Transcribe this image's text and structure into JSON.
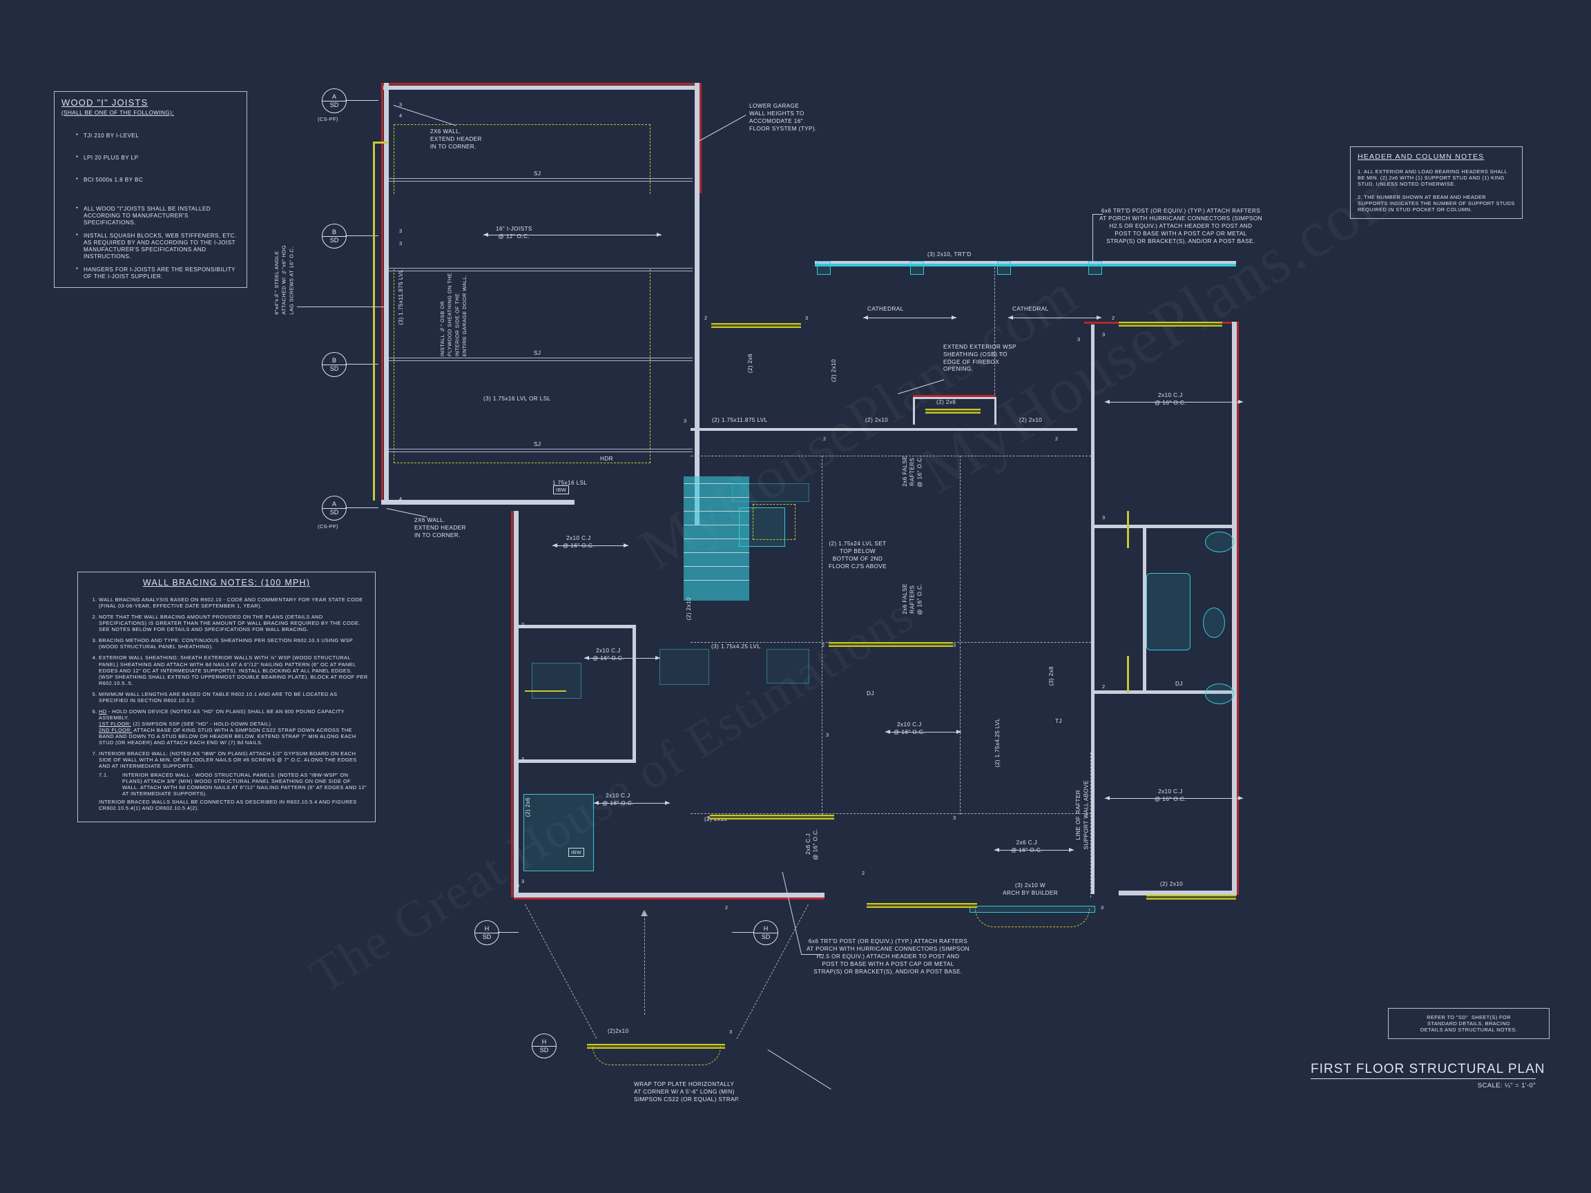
{
  "sheet": {
    "background_color": "#222b3f",
    "line_color": "#dfe3ee",
    "accent_red": "#b3262c",
    "accent_yellow": "#c9c832",
    "accent_cyan": "#35c8d8",
    "watermark": "MyHousePlans.com",
    "watermark2": "The Great House of Estimations"
  },
  "title_block": {
    "plan_title": "FIRST FLOOR STRUCTURAL PLAN",
    "scale": "SCALE: ¼\" = 1'-0\"",
    "refer_note": "REFER TO \"SD\"  SHEET(S) FOR\nSTANDARD DETAILS, BRACING\nDETAILS AND STRUCTURAL NOTES."
  },
  "wood_i_joists": {
    "title": "WOOD \"I\" JOISTS",
    "subtitle": "(SHALL BE ONE OF THE FOLLOWING):",
    "products": [
      "TJI 210 BY I-LEVEL",
      "LPI 20 PLUS BY LP",
      "BCI 5000s 1.8 BY BC"
    ],
    "bullets": [
      "ALL WOOD \"I\"JOISTS SHALL BE INSTALLED ACCORDING TO MANUFACTURER'S SPECIFICATIONS.",
      "INSTALL SQUASH BLOCKS, WEB STIFFENERS, ETC. AS REQUIRED BY AND ACCORDING TO THE I-JOIST MANUFACTURER'S SPECIFICATIONS AND INSTRUCTIONS.",
      "HANGERS FOR I-JOISTS ARE THE RESPONSIBILITY OF THE I-JOIST SUPPLIER."
    ]
  },
  "wall_bracing_notes": {
    "title": "WALL BRACING NOTES: (100 MPH)",
    "items": [
      "WALL BRACING ANALYSIS BASED ON R602.10 - CODE AND COMMENTARY FOR YEAR STATE CODE (FINAL 03-06-YEAR, EFFECTIVE DATE SEPTEMBER 1, YEAR).",
      "NOTE THAT THE WALL BRACING AMOUNT PROVIDED ON THE PLANS (DETAILS AND SPECIFICATIONS) IS GREATER THAN THE AMOUNT OF WALL BRACING REQUIRED BY THE CODE. SEE NOTES BELOW FOR DETAILS AND SPECIFICATIONS FOR WALL BRACING.",
      "BRACING METHOD AND TYPE: CONTINUOUS SHEATHING PER SECTION R602.10.3 USING WSP (WOOD STRUCTURAL PANEL SHEATHING).",
      "EXTERIOR WALL SHEATHING: SHEATH EXTERIOR WALLS WITH ⅞\" WSP (WOOD STRUCTURAL PANEL) SHEATHING AND ATTACH WITH 8d NAILS AT A 6\"/12\" NAILING PATTERN (6\" OC AT PANEL EDGES AND 12\" OC AT INTERMEDIATE SUPPORTS). INSTALL BLOCKING AT ALL PANEL EDGES. (WSP SHEATHING SHALL EXTEND TO UPPERMOST DOUBLE BEARING PLATE). BLOCK AT ROOF PER R602.10.5..5.",
      "MINIMUM WALL LENGTHS ARE BASED ON TABLE R602.10.1 AND ARE TO BE LOCATED AS SPECIFIED IN SECTION R602.10.3.2."
    ],
    "item6_lead": "HD",
    "item6_rest": " - HOLD DOWN DEVICE (NOTED AS \"HD\" ON PLANS) SHALL BE AN 800 POUND CAPACITY ASSEMBLY.",
    "item6_first_floor_lead": "1ST FLOOR:",
    "item6_first_floor": " (2) SIMPSON SSP (SEE \"HD\" - HOLD-DOWN DETAIL)",
    "item6_second_floor_lead": "2ND FLOOR:",
    "item6_second_floor": " ATTACH BASE OF KING STUD WITH A SIMPSON CS22 STRAP DOWN ACROSS THE BAND AND DOWN TO A STUD BELOW OR HEADER BELOW.  EXTEND STRAP 7\" MIN ALONG EACH STUD (OR HEADER) AND ATTACH EACH END W/ (7) 8d NAILS.",
    "item7": "INTERIOR BRACED WALL: (NOTED AS \"IBW\" ON PLANS) ATTACH 1/2\" GYPSUM BOARD ON EACH SIDE OF WALL WITH A MIN. OF 5d COOLER NAILS OR #6 SCREWS @ 7\" O.C. ALONG THE EDGES AND AT INTERMEDIATE SUPPORTS.",
    "item7_1_num": "7.1.",
    "item7_1": "INTERIOR BRACED WALL - WOOD STRUCTURAL PANELS: (NOTED AS \"IBW-WSP\" ON PLANS) ATTACH 3/8\" (MIN) WOOD STRUCTURAL PANEL SHEATHING ON ONE SIDE OF WALL. ATTACH WITH 6d COMMON NAILS AT 6\"/12\" NAILING PATTERN (6\" AT EDGES AND 12\" AT INTERMEDIATE SUPPORTS).",
    "item7_tail": "INTERIOR BRACED WALLS SHALL BE CONNECTED AS DESCRIBED IN R602.10.5.4 AND FIGURES CR602.10.5.4(1) AND CR602.10.5.4(2)."
  },
  "header_column_notes": {
    "title": "HEADER AND COLUMN NOTES",
    "items": [
      "1. ALL EXTERIOR AND LOAD BEARING HEADERS SHALL BE MIN. (2) 2x6 WITH (1) SUPPORT STUD AND (1) KING STUD, UNLESS NOTED OTHERWISE.",
      "2. THE NUMBER SHOWN AT BEAM AND HEADER SUPPORTS INDICATES THE NUMBER OF SUPPORT STUDS REQUIRED IN STUD POCKET OR COLUMN."
    ]
  },
  "callouts": {
    "lower_garage": "LOWER GARAGE\nWALL HEIGHTS TO\nACCOMODATE 16\"\nFLOOR SYSTEM (TYP).",
    "wall_2x6_top": "2X6 WALL.\nEXTEND HEADER\nIN TO CORNER.",
    "wall_2x6_bottom": "2X6 WALL.\nEXTEND HEADER\nIN TO CORNER.",
    "post_note_right": "6x6 TRT'D POST (OR EQUIV.) (TYP.) ATTACH RAFTERS\nAT PORCH WITH HURRICANE CONNECTORS (SIMPSON\nH2.5 OR EQUIV.) ATTACH HEADER TO POST AND\nPOST TO BASE WITH A POST CAP OR METAL\nSTRAP(S) OR BRACKET(S), AND/OR A POST BASE.",
    "post_note_bottom": "6x6 TRT'D POST (OR EQUIV.) (TYP.) ATTACH RAFTERS\nAT PORCH WITH HURRICANE CONNECTORS (SIMPSON\nH2.5 OR EQUIV.) ATTACH HEADER TO POST AND\nPOST TO BASE WITH A POST CAP OR METAL\nSTRAP(S) OR BRACKET(S), AND/OR A POST BASE.",
    "firebox": "EXTEND EXTERIOR WSP\nSHEATHING (OSB) TO\nEDGE OF FIREBOX\nOPENING.",
    "lvl_set": "(2) 1.75x24 LVL SET\nTOP BELOW\nBOTTOM OF 2ND\nFLOOR CJ'S ABOVE",
    "wrap_top_plate": "WRAP TOP PLATE HORIZONTALLY\nAT CORNER W/ A 5'-6\" LONG (MIN)\nSIMPSON CS22 (OR EQUAL) STRAP.",
    "steel_angle": "6\"x4\"x⅜\" STEEL ANGLE\nATTACHED W/ ½\"x6\" HDG\nLAG SCREWS AT 16\" O.C.",
    "osb_plywood": "INSTALL ⅜\" OSB OR\nPLYWOOD SHEATHING ON THE\nINTERIOR SIDE OF THE\nENTIRE GARAGE DOOR WALL.",
    "line_of_rafter": "LINE OF RAFTER\nSUPPORT WALL ABOVE"
  },
  "detail_bubbles": [
    {
      "top": "A",
      "bottom": "SD",
      "sub": "(CS-PF)"
    },
    {
      "top": "B",
      "bottom": "SD",
      "sub": ""
    },
    {
      "top": "B",
      "bottom": "SD",
      "sub": ""
    },
    {
      "top": "A",
      "bottom": "SD",
      "sub": "(CS-PF)"
    },
    {
      "top": "H",
      "bottom": "SD",
      "sub": ""
    },
    {
      "top": "H",
      "bottom": "SD",
      "sub": ""
    },
    {
      "top": "H",
      "bottom": "SD",
      "sub": ""
    }
  ],
  "member_labels": {
    "sj": "SJ",
    "i_joists": "16\" I-JOISTS\n@ 12\" O.C.",
    "lvl_3_175x11875": "(3) 1.75x11.875 LVL",
    "lvl_3_175x16": "(3) 1.75x16 LVL OR LSL",
    "lvl_175x16_lsl": "1.75x16 LSL",
    "hdr": "HDR",
    "ibw_left": "IBW",
    "ibw_lower": "IBW",
    "trtd_3_2x10": "(3) 2x10, TRT'D",
    "cathedral_left": "CATHEDRAL",
    "cathedral_right": "CATHEDRAL",
    "lvl_2_175x11875": "(2) 1.75x11.875 LVL",
    "lvl_3_175x425": "(3) 1.75x4.25 LVL",
    "two_2x10_a": "(2) 2x10",
    "two_2x10_b": "(2) 2x10",
    "two_2x10_c": "(2) 2x10",
    "two_2x6": "(2) 2x6",
    "cj_2x10_16_right_top": "2x10 C.J\n@ 16\" O.C.",
    "cj_2x10_16_right_mid": "2x10 C.J\n@ 16\" O.C.",
    "cj_2x10_16_right_bot": "2x10 C.J\n@ 16\" O.C.",
    "cj_2x10_16_left_a": "2x10 C.J\n@ 16\" O.C.",
    "cj_2x10_16_left_b": "2x10 C.J\n@ 16\" O.C.",
    "cj_2x10_16_left_c": "2x10 C.J\n@ 16\" O.C.",
    "cj_2x10_16_mid": "2x10 C.J\n@ 16\" O.C.",
    "cj_2x6_16_bot": "2x6 C.J\n@ 16\" O.C.",
    "cj_2x6_16_low": "2x6 C.J\n@ 16\" O.C.",
    "false_rafters_a": "2x6 FALSE\nRAFTERS\n@ 16\" O.C.",
    "false_rafters_b": "2x6 FALSE\nRAFTERS\n@ 16\" O.C.",
    "two_2x6_vert": "(2) 2x6",
    "two_2x6_vert_b": "(2) 2x6",
    "two_2x10_vert": "(2) 2x10",
    "two_2x10_vert_b": "(2) 2x10",
    "three_2x8_vert": "(3) 2x8",
    "two_175x425_vert": "(2) 1.75x4.25 LVL",
    "dj_a": "DJ",
    "dj_b": "DJ",
    "dj_c": "DJ",
    "tj_a": "TJ",
    "arch_by_builder": "(3) 2x10 W\nARCH BY BUILDER",
    "two_2x10_bottom": "(2)2x10",
    "two_2x10_right_low": "(2) 2x10"
  },
  "stud_counts": [
    "3",
    "4",
    "3",
    "3",
    "4",
    "2",
    "3",
    "2",
    "3",
    "3",
    "2",
    "2",
    "3",
    "3",
    "2",
    "3",
    "2",
    "3",
    "3",
    "2",
    "3",
    "3",
    "3",
    "2",
    "2",
    "3",
    "3",
    "3"
  ]
}
